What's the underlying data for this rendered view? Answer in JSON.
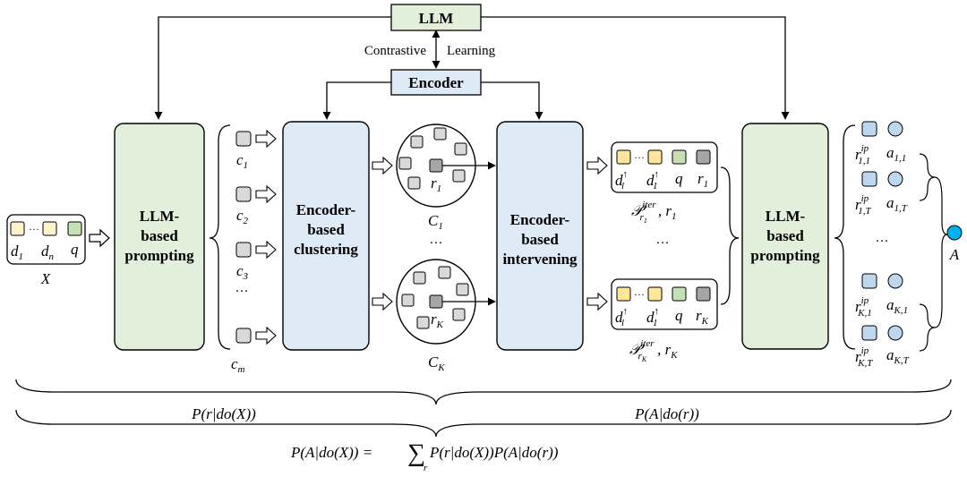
{
  "top_bar": {
    "llm_label": "LLM",
    "encoder_label": "Encoder",
    "contrastive_left": "Contrastive",
    "contrastive_right": "Learning"
  },
  "input": {
    "d1": "d",
    "d1_sub": "1",
    "dots": "···",
    "dn": "d",
    "dn_sub": "n",
    "q": "q",
    "label": "X"
  },
  "stage1": {
    "line1": "LLM-",
    "line2": "based",
    "line3": "prompting"
  },
  "clusters_in": {
    "items": [
      {
        "base": "c",
        "sub": "1"
      },
      {
        "base": "c",
        "sub": "2"
      },
      {
        "base": "c",
        "sub": "3"
      },
      {
        "base": "c",
        "sub": "m"
      }
    ],
    "dots": "···"
  },
  "stage2": {
    "line1": "Encoder-",
    "line2": "based",
    "line3": "clustering"
  },
  "clusters_out": {
    "top": {
      "rep_base": "r",
      "rep_sub": "1",
      "label_base": "C",
      "label_sub": "1"
    },
    "bottom": {
      "rep_base": "r",
      "rep_sub": "K",
      "label_base": "C",
      "label_sub": "K"
    },
    "dots": "···"
  },
  "stage3": {
    "line1": "Encoder-",
    "line2": "based",
    "line3": "intervening"
  },
  "prompts": {
    "top": {
      "dl": "d",
      "dl_sub": "l",
      "dl_sup": "↑",
      "d1": "d",
      "d1_sub": "1",
      "d1_sup": "↑",
      "q": "q",
      "r": "r",
      "r_sub": "1",
      "dots": "···",
      "caption_p": "𝒫",
      "caption_sup": "iter",
      "caption_sub": "r",
      "caption_subsub": "1",
      "caption_tail_base": ", r",
      "caption_tail_sub": "1"
    },
    "bottom": {
      "dl": "d",
      "dl_sub": "l",
      "dl_sup": "↑",
      "d1": "d",
      "d1_sub": "1",
      "d1_sup": "↑",
      "q": "q",
      "r": "r",
      "r_sub": "K",
      "dots": "···",
      "caption_p": "𝒫",
      "caption_sup": "iter",
      "caption_sub": "r",
      "caption_subsub": "K",
      "caption_tail_base": ", r",
      "caption_tail_sub": "K"
    },
    "middle_dots": "···"
  },
  "stage4": {
    "line1": "LLM-",
    "line2": "based",
    "line3": "prompting"
  },
  "outputs": {
    "items": [
      {
        "r_base": "r",
        "r_sup": "ip",
        "r_sub": "1,1",
        "a_base": "a",
        "a_sub": "1,1"
      },
      {
        "r_base": "r",
        "r_sup": "ip",
        "r_sub": "1,T",
        "a_base": "a",
        "a_sub": "1,T"
      },
      {
        "r_base": "r",
        "r_sup": "ip",
        "r_sub": "K,1",
        "a_base": "a",
        "a_sub": "K,1"
      },
      {
        "r_base": "r",
        "r_sup": "ip",
        "r_sub": "K,T",
        "a_base": "a",
        "a_sub": "K,T"
      }
    ],
    "dots": "···",
    "answer": "A"
  },
  "formulas": {
    "left": "P(r|do(X))",
    "right": "P(A|do(r))",
    "total_lhs": "P(A|do(X)) = ",
    "sum_symbol": "∑",
    "sum_sub": "r",
    "total_rhs": "P(r|do(X))P(A|do(r))"
  },
  "colors": {
    "llm_fill": "#e2efda",
    "encoder_fill": "#deebf7",
    "doc_fill": "#ffe699",
    "doc_light_fill": "#fff2cc",
    "query_fill": "#c5e0b4",
    "gray_fill": "#d9d9d9",
    "rep_fill": "#a6a6a6",
    "blue_fill": "#bdd7ee",
    "answer_fill": "#00b0f0"
  }
}
